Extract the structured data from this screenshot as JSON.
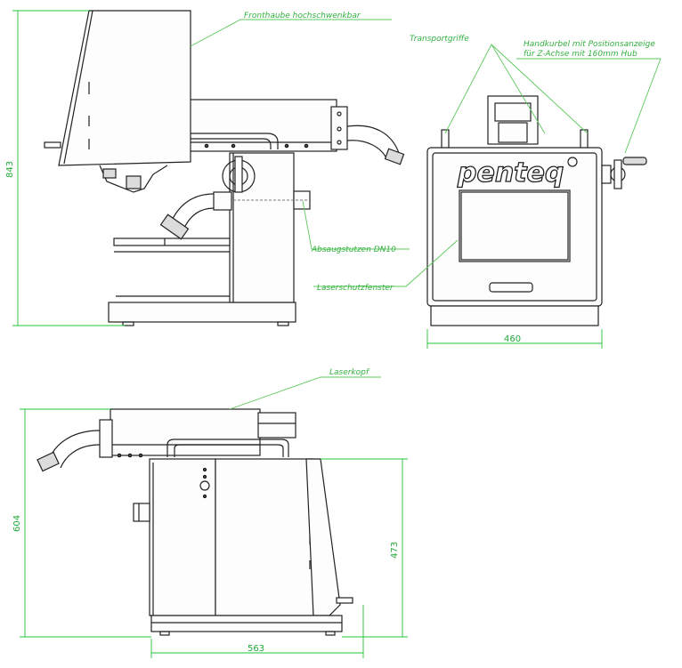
{
  "labels": {
    "fronthaube": "Fronthaube hochschwenkbar",
    "transportgriffe": "Transportgriffe",
    "handkurbel_1": "Handkurbel mit Positionsanzeige",
    "handkurbel_2": "für Z-Achse mit 160mm Hub",
    "absaugstutzen": "Absaugstutzen DN10",
    "laserschutzfenster": "Laserschutzfenster",
    "laserkopf": "Laserkopf"
  },
  "dimensions": {
    "height_side_top": "843",
    "width_front": "460",
    "height_side_bottom": "604",
    "height_body_bottom": "473",
    "length_bottom": "563"
  },
  "brand": "penteq",
  "colors": {
    "dimension": "#22c53a",
    "outline": "#222222"
  }
}
